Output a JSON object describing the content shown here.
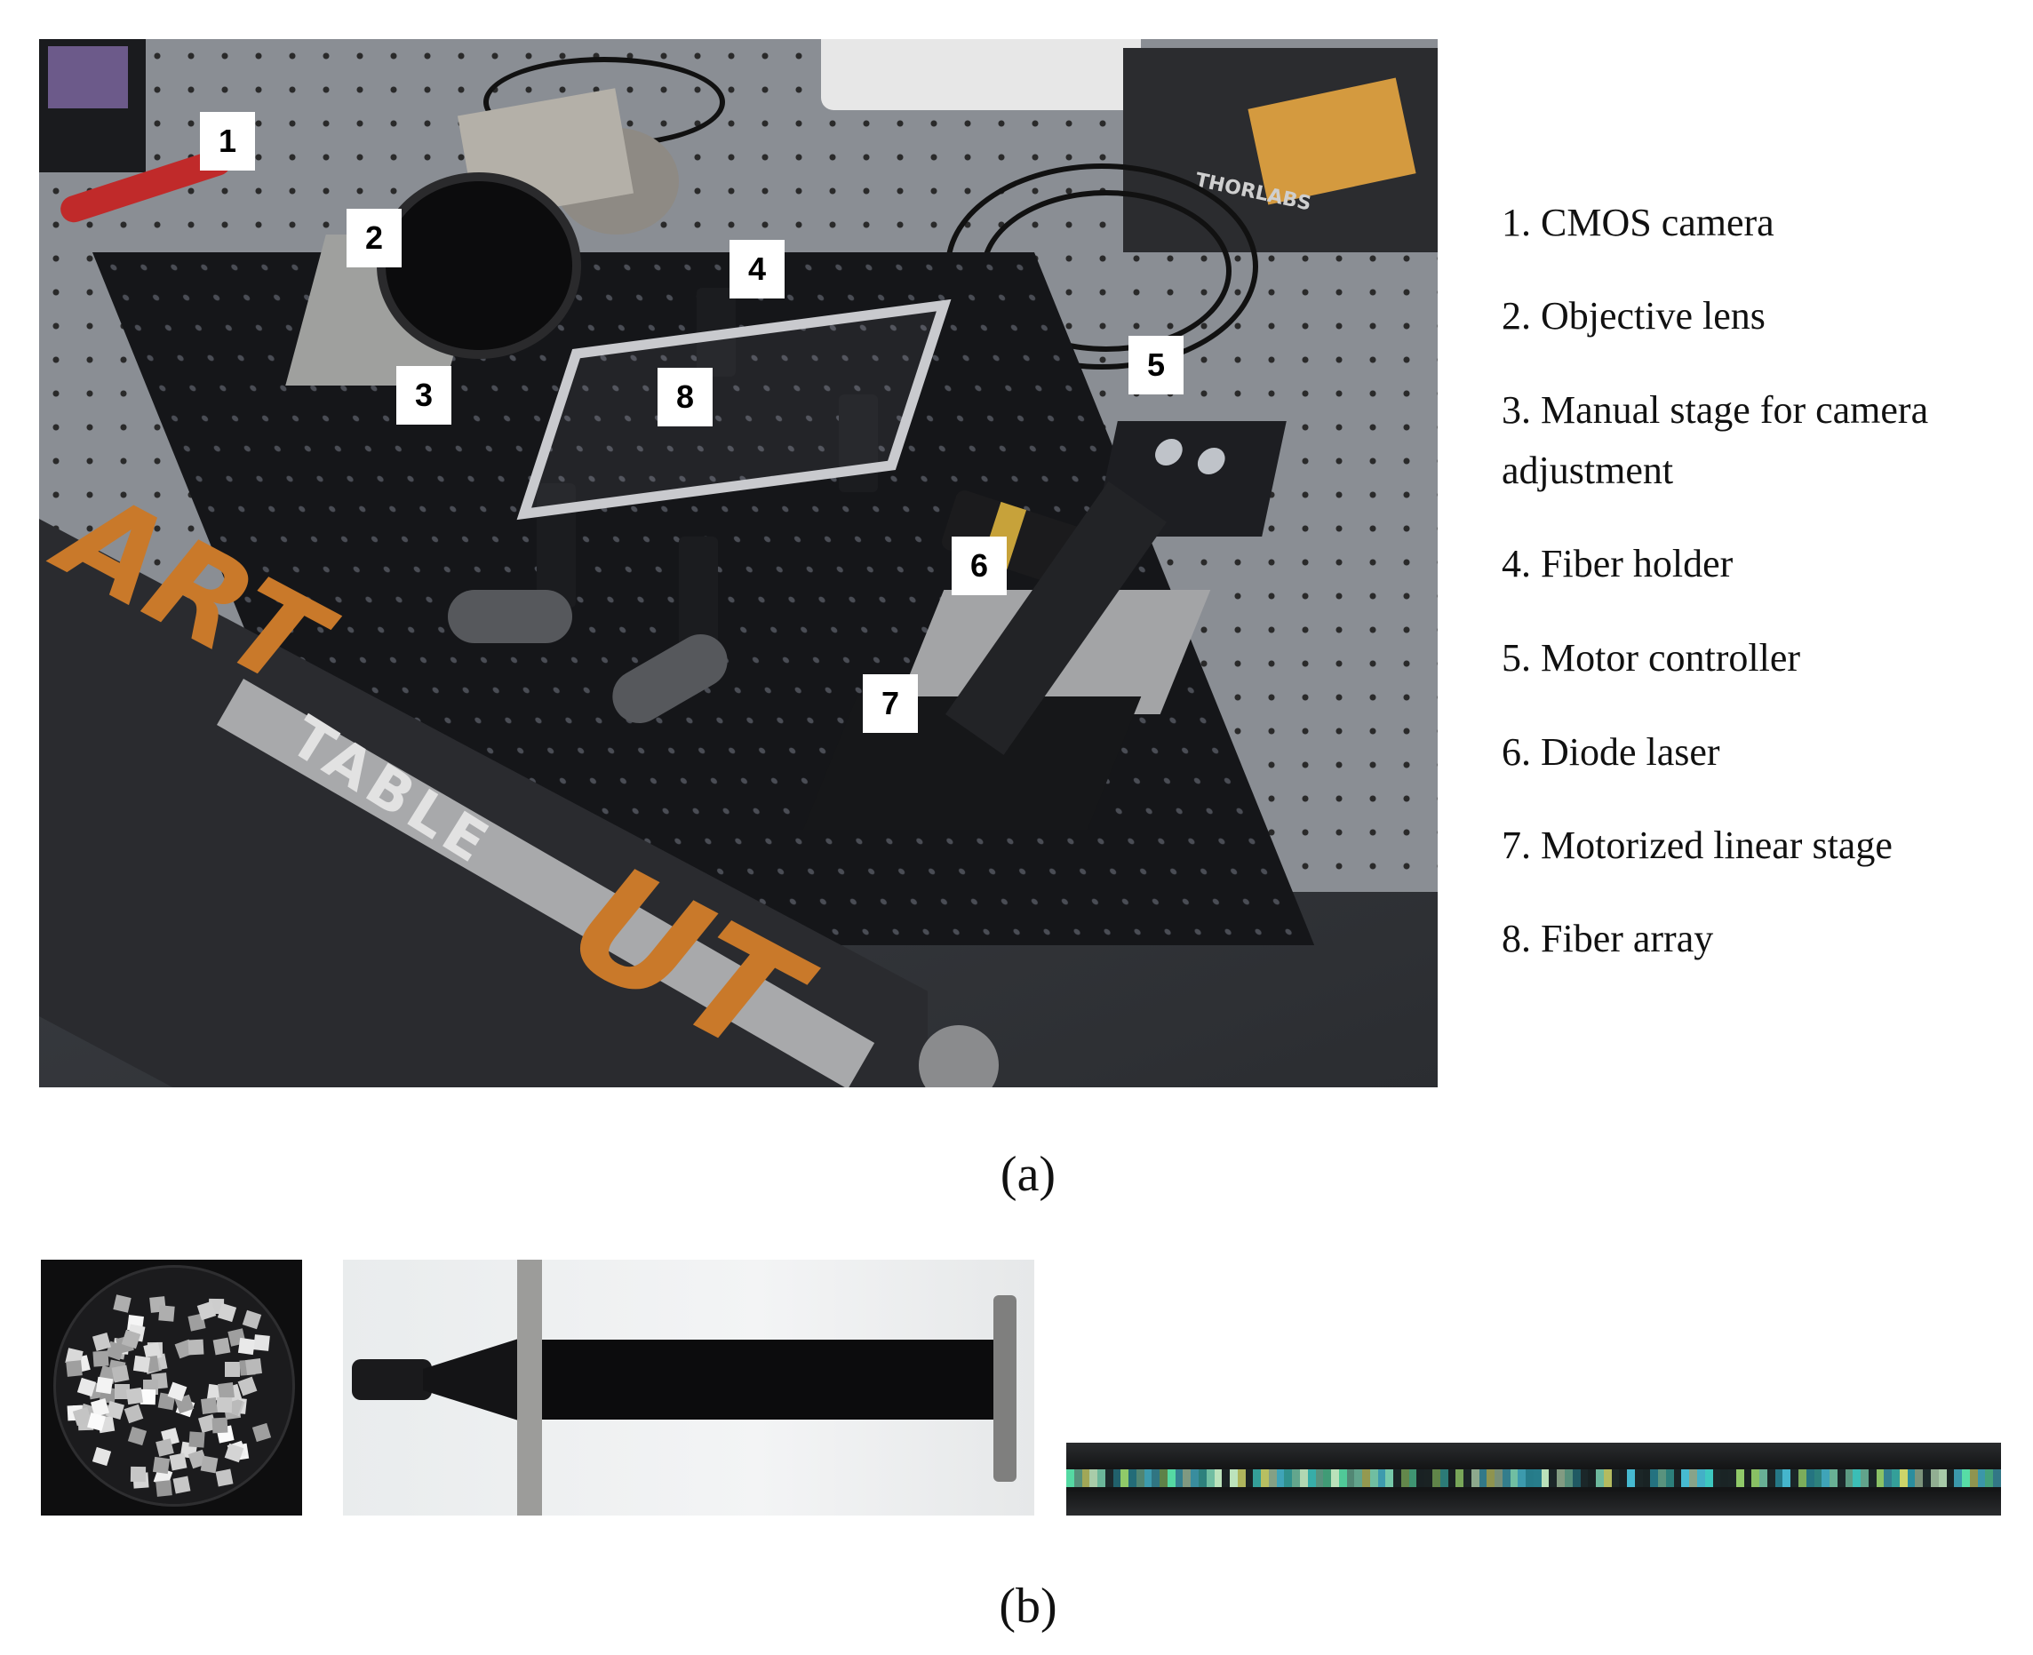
{
  "figure": {
    "panel_a": {
      "photo_labels": [
        "1",
        "2",
        "3",
        "4",
        "5",
        "6",
        "7",
        "8"
      ],
      "legend": [
        "1. CMOS camera",
        "2. Objective lens",
        "3. Manual stage for camera",
        "adjustment",
        "4. Fiber holder",
        "5. Motor controller",
        "6. Diode laser",
        "7. Motorized linear stage",
        "8. Fiber array"
      ],
      "caption": "(a)",
      "table_lettering": {
        "art": "ART",
        "table": "TABLE",
        "ut": "UT",
        "thorlabs": "THORLABS"
      }
    },
    "panel_b": {
      "caption": "(b)"
    }
  }
}
